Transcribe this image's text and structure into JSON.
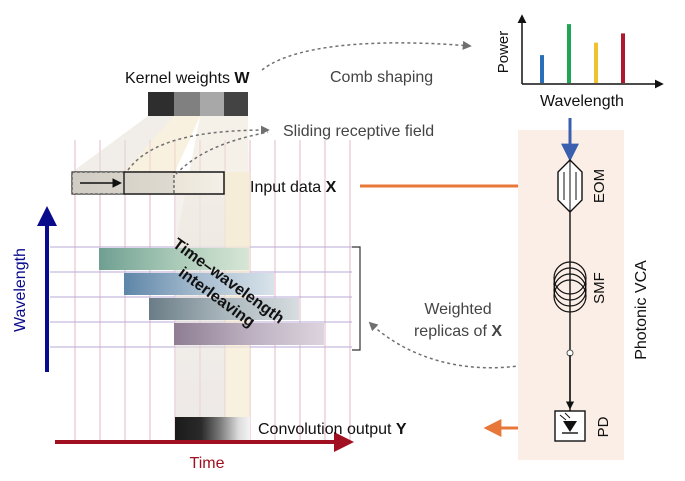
{
  "labels": {
    "kernel_weights": "Kernel weights ",
    "kernel_symbol": "W",
    "comb_shaping": "Comb shaping",
    "sliding_receptive_field": "Sliding receptive field",
    "input_data": "Input data ",
    "input_symbol": "X",
    "time_wavelength_line1": "Time–wavelength",
    "time_wavelength_line2": "interleaving",
    "weighted_replicas_line1": "Weighted",
    "weighted_replicas_line2": "replicas of ",
    "weighted_replicas_symbol": "X",
    "convolution_output": "Convolution output ",
    "convolution_symbol": "Y",
    "wavelength_axis": "Wavelength",
    "time_axis": "Time",
    "photonic_vca": "Photonic VCA",
    "eom": "EOM",
    "smf": "SMF",
    "pd": "PD",
    "spectrum_ylabel": "Power",
    "spectrum_xlabel": "Wavelength"
  },
  "colors": {
    "wavelength_axis": "#0a0a8c",
    "time_axis": "#a01020",
    "orange_arrow": "#e8773a",
    "blue_arrow": "#3a5fae",
    "vca_panel": "#fbeee6",
    "grid_line_horizontal": "#b9a9d6",
    "grid_line_vertical": "#e4b9c9",
    "dashed_arrow": "#707070",
    "comb_lines": [
      "#2a6fb8",
      "#1fa655",
      "#f2c12e",
      "#b0182f"
    ]
  },
  "kernel_weights_gray_levels": [
    0.18,
    0.5,
    0.68,
    0.26
  ],
  "comb_line_relative_power": [
    0.45,
    0.95,
    0.65,
    0.8
  ]
}
